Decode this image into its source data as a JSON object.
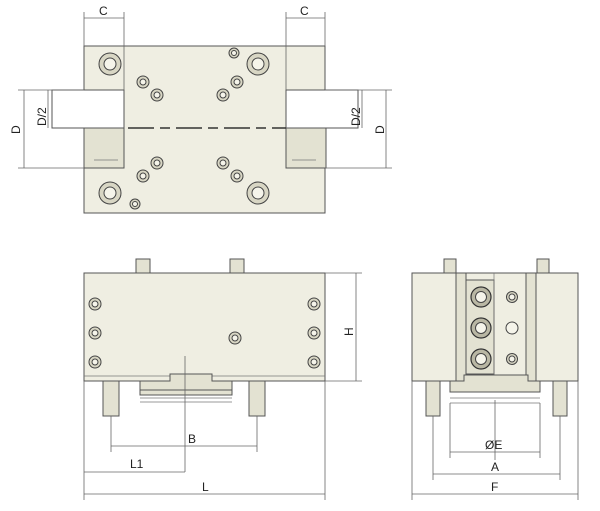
{
  "diagram": {
    "dimension_labels": {
      "c_left": "C",
      "c_right": "C",
      "d_left": "D",
      "d_half_left": "D/2",
      "d_half_right": "D/2",
      "d_right": "D",
      "h": "H",
      "b": "B",
      "l1": "L1",
      "l": "L",
      "e_dia": "ØE",
      "a": "A",
      "f": "F"
    },
    "views": [
      "top-view",
      "front-view",
      "side-view"
    ],
    "colors": {
      "body": "#efeee2",
      "line": "#555555",
      "dimension": "#666666"
    }
  }
}
